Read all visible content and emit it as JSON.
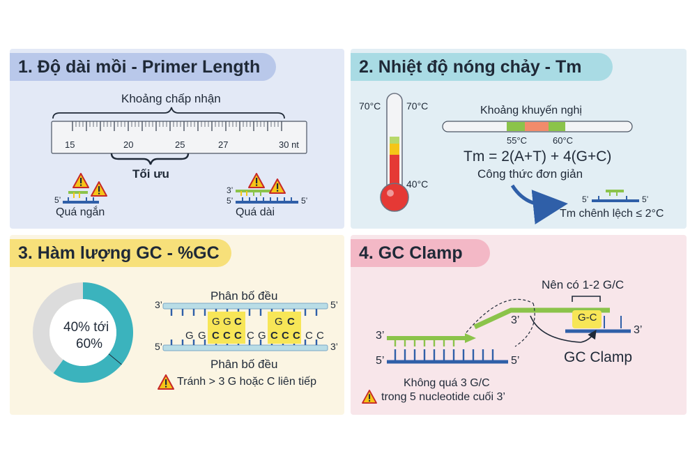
{
  "panel1": {
    "title": "1. Độ dài mồi - Primer Length",
    "acceptable_range_label": "Khoảng chấp nhận",
    "ruler_ticks": [
      "15",
      "20",
      "25",
      "27",
      "30 nt"
    ],
    "optimal_label": "Tối ưu",
    "too_short_label": "Quá ngắn",
    "too_long_label": "Quá dài",
    "strand_5": "5’",
    "strand_3": "3’"
  },
  "panel2": {
    "title": "2. Nhiệt độ nóng chảy - Tm",
    "thermo_top_left": "70°C",
    "thermo_top_right": "70°C",
    "thermo_bottom_right": "40°C",
    "recommended_label": "Khoảng khuyến nghị",
    "range_low": "55°C",
    "range_high": "60°C",
    "formula": "Tm = 2(A+T) + 4(G+C)",
    "formula_caption": "Công thức đơn giản",
    "strand_5": "5’",
    "difference_label": "Tm chênh lệch ≤ 2°C"
  },
  "panel3": {
    "title": "3. Hàm lượng GC - %GC",
    "donut_label_line1": "40% tới",
    "donut_label_line2": "60%",
    "donut_gc_fraction": 0.6,
    "distribution_top": "Phân bố đều",
    "distribution_bottom": "Phân bố đều",
    "strand_3": "3’",
    "strand_5": "5’",
    "top_letters": [
      "G",
      "G",
      "C",
      "G",
      "C"
    ],
    "bottom_letters": [
      "G",
      "G",
      "C",
      "C",
      "C",
      "C",
      "G",
      "C",
      "C",
      "C",
      "C",
      "C"
    ],
    "warning": "Tránh > 3 G hoặc C liên tiếp"
  },
  "panel4": {
    "title": "4. GC Clamp",
    "should_have_label": "Nên có 1-2 G/C",
    "gc_box_label": "G-C",
    "strand_3": "3’",
    "strand_5": "5’",
    "clamp_label": "GC Clamp",
    "warning_line1": "Không quá 3 G/C",
    "warning_line2": "trong 5 nucleotide cuối 3’"
  },
  "colors": {
    "primer_green": "#8bc34a",
    "strand_blue": "#2f5fa8",
    "teal": "#3bb3bd",
    "warning_yellow": "#f5c518",
    "highlight_yellow": "#f7e657",
    "thermo_red": "#e53935"
  }
}
